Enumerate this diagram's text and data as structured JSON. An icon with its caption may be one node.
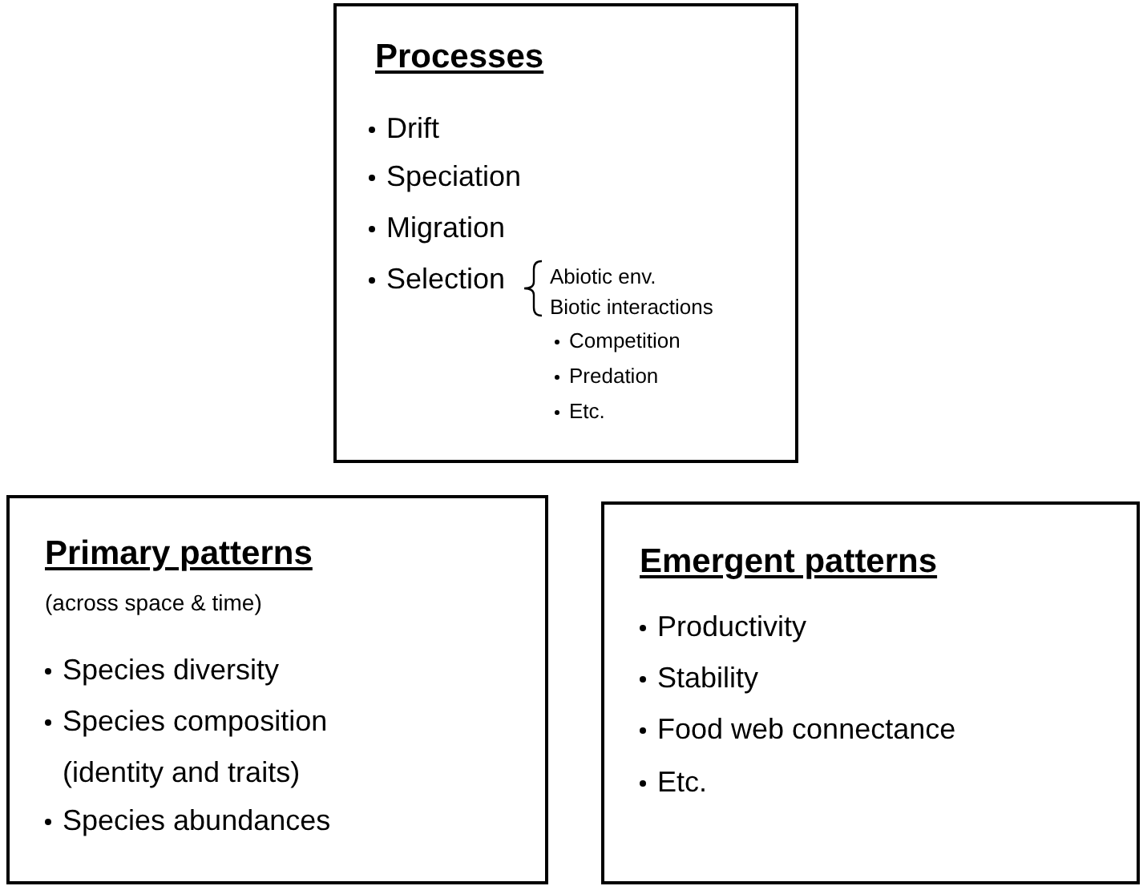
{
  "diagram": {
    "nodes": [
      {
        "text": [
          "Processes",
          "Drift",
          "Speciation",
          "Migration",
          "Selection",
          "Abiotic env.",
          "Biotic interactions",
          "Competition",
          "Predation",
          "Etc."
        ]
      },
      {
        "text": [
          "Primary patterns",
          "(across space & time)",
          "Species diversity",
          "Species composition (identity and traits)",
          "Species abundances"
        ]
      },
      {
        "text": [
          "Emergent patterns",
          "Productivity",
          "Stability",
          "Food web connectance",
          "Etc."
        ]
      }
    ]
  }
}
